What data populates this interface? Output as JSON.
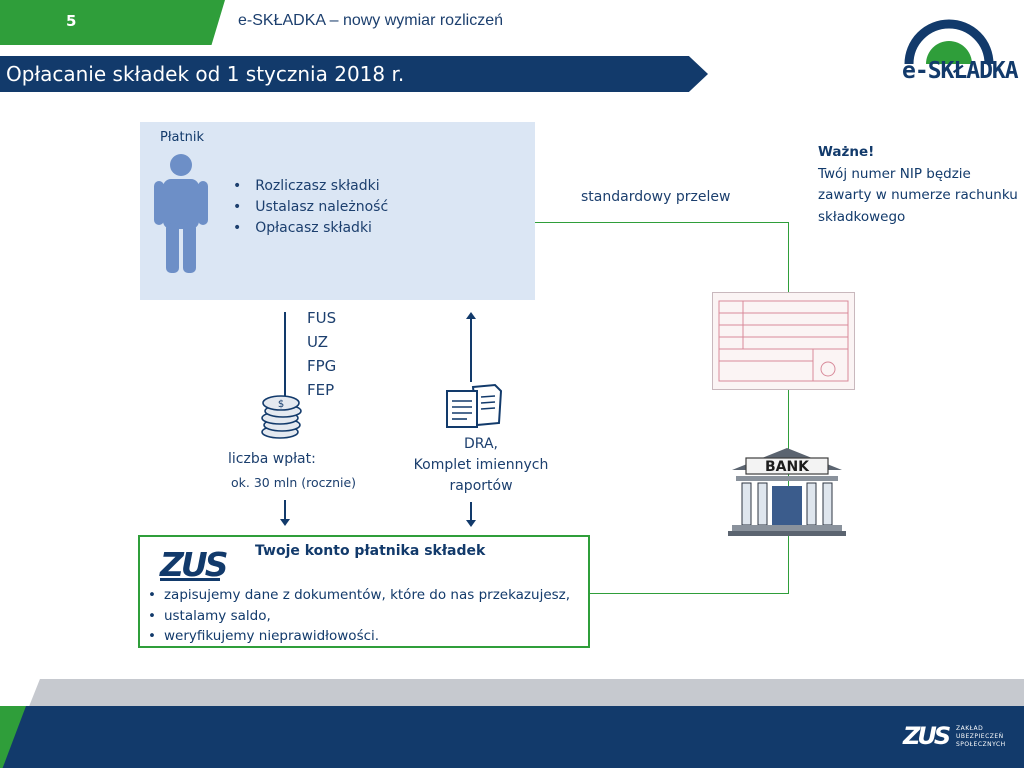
{
  "header": {
    "slide_number": "5",
    "title": "e-SKŁADKA – nowy wymiar rozliczeń",
    "page_title": "Opłacanie składek od 1 stycznia 2018 r."
  },
  "logo": {
    "text": "e-SKŁADKA"
  },
  "payer": {
    "label": "Płatnik",
    "bullets": [
      "Rozliczasz składki",
      "Ustalasz należność",
      "Opłacasz składki"
    ]
  },
  "transfer_label": "standardowy przelew",
  "important": {
    "heading": "Ważne!",
    "text": "Twój numer NIP będzie zawarty w numerze rachunku składkowego"
  },
  "funds": [
    "FUS",
    "UZ",
    "FPG",
    "FEP"
  ],
  "payments": {
    "label": "liczba wpłat:",
    "value": "ok. 30 mln (rocznie)"
  },
  "documents": {
    "lines": [
      "DRA,",
      "Komplet imiennych",
      "raportów"
    ]
  },
  "bank": {
    "sign": "BANK"
  },
  "account": {
    "logo": "ZUS",
    "title": "Twoje konto płatnika składek",
    "bullets": [
      "zapisujemy dane z dokumentów, które do nas przekazujesz,",
      "ustalamy saldo,",
      "weryfikujemy nieprawidłowości."
    ]
  },
  "footer": {
    "logo": "ZUS",
    "org_lines": [
      "ZAKŁAD",
      "UBEZPIECZEŃ",
      "SPOŁECZNYCH"
    ]
  },
  "colors": {
    "green": "#2f9e3a",
    "navy": "#123a6b",
    "light_blue": "#dbe6f4"
  }
}
